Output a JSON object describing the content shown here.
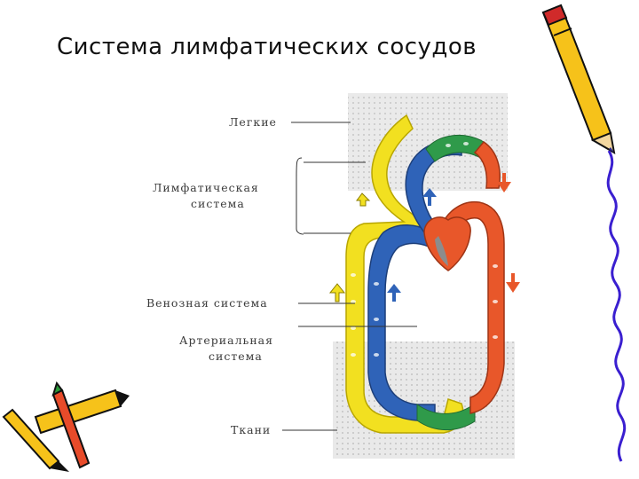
{
  "slide": {
    "title": "Система лимфатических сосудов"
  },
  "diagram": {
    "labels": {
      "lungs": "Легкие",
      "lymphatic_line1": "Лимфатическая",
      "lymphatic_line2": "система",
      "venous": "Венозная система",
      "arterial_line1": "Артериальная",
      "arterial_line2": "система",
      "tissues": "Ткани"
    },
    "colors": {
      "lymph": "#f2e020",
      "vein": "#2f63b8",
      "artery": "#e8572a",
      "capillary": "#2f9a4a",
      "heart_septum": "#8c8c8c",
      "tissue_bg": "#d9d9d9"
    }
  },
  "decor": {
    "icons": [
      "pencil-icon",
      "crayons-icon",
      "squiggle-border"
    ]
  }
}
